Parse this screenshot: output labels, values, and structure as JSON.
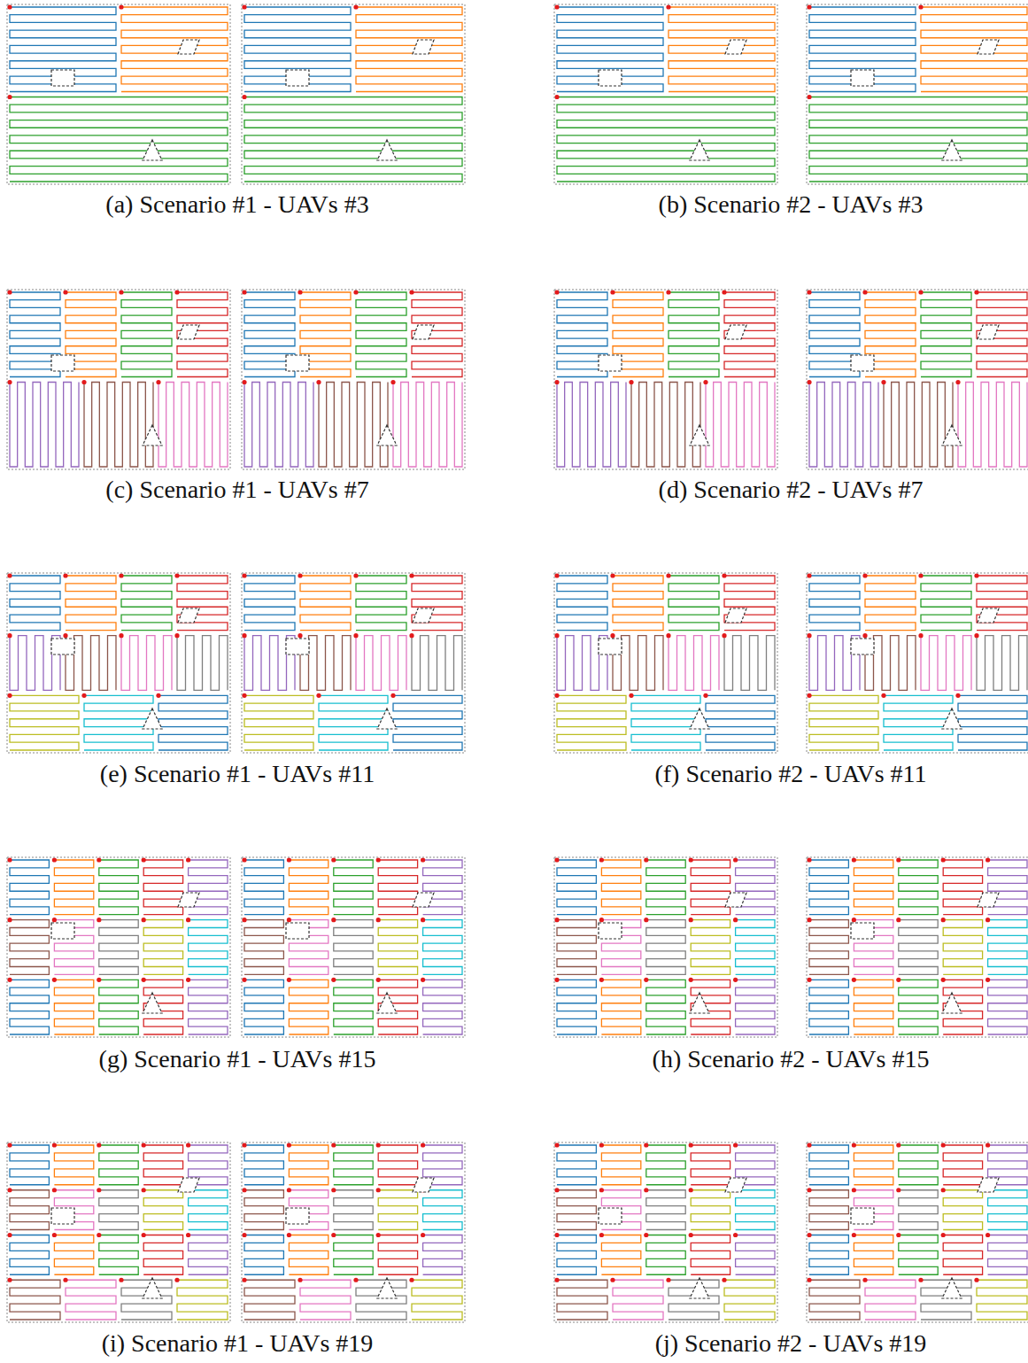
{
  "diagram": {
    "labels": [
      "(a) Scenario #1 - UAVs #3",
      "(b) Scenario #2 - UAVs #3",
      "(c) Scenario #1 - UAVs #7",
      "(d) Scenario #2 - UAVs #7",
      "(e) Scenario #1 - UAVs #11",
      "(f) Scenario #2 - UAVs #11",
      "(g) Scenario #1 - UAVs #15",
      "(h) Scenario #2 - UAVs #15",
      "(i) Scenario #1 - UAVs #19",
      "(j) Scenario #2 - UAVs #19"
    ]
  }
}
